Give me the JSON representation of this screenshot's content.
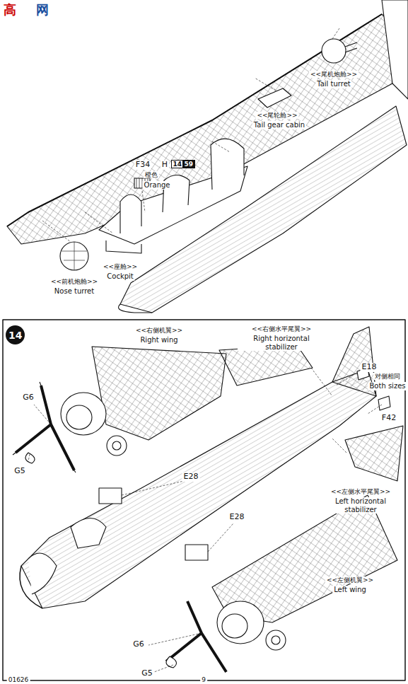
{
  "diagram": {
    "nodes": [
      {
        "text": [
          "14"
        ]
      },
      {
        "text": [
          "14"
        ]
      },
      {
        "text": [
          "59"
        ]
      }
    ],
    "labels": [
      "高",
      "网",
      "<<尾机炮舱>>",
      "Tail turret",
      "<<尾轮舱>>",
      "Tail gear cabin",
      "F34",
      "H",
      "橙色",
      "Orange",
      "<<前机炮舱>>",
      "Nose turret",
      "<<座舱>>",
      "Cockpit",
      "<<右侧机翼>>",
      "Right wing",
      "<<右侧水平尾翼>>",
      "Right horizontal stabilizer",
      "E18",
      "对侧相同",
      "Both sizes",
      "F42",
      "<<左侧水平尾翼>>",
      "Left horizontal stabilizer",
      "<<左侧机翼>>",
      "Left wing",
      "G6",
      "G5",
      "E28",
      "E28",
      "G6",
      "G5",
      "01626",
      "9"
    ]
  }
}
